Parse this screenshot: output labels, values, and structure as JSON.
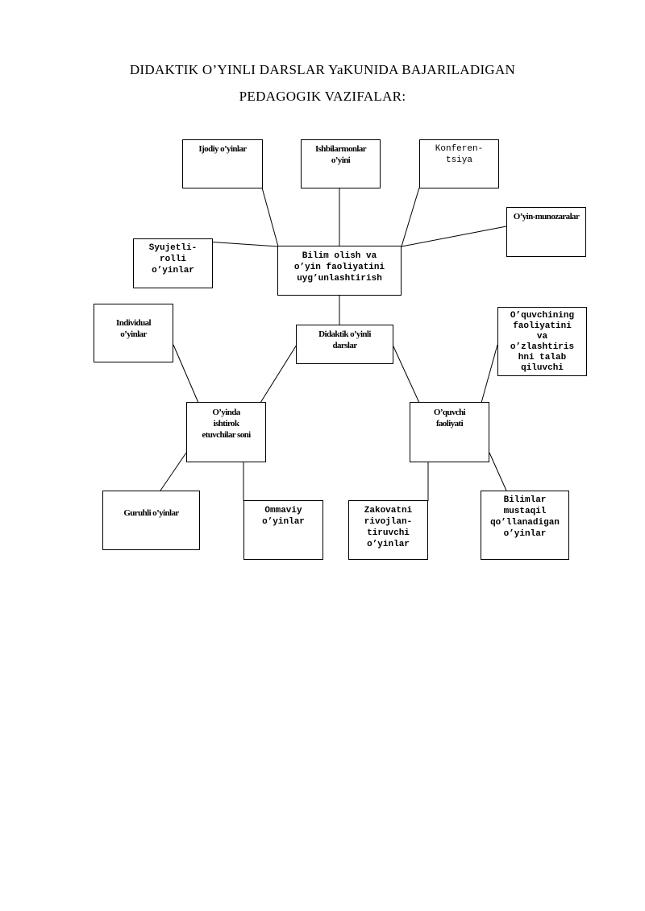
{
  "title": {
    "line1": "DIDAKTIK O’YINLI  DARSLAR  YaKUNIDA  BAJARILADIGAN",
    "line2": "PEDAGOGIK    VAZIFALAR:"
  },
  "nodes": {
    "ijodiy": "Ijodiy o’yinlar",
    "ishbilarmonlar": "Ishbilarmonlar\no’yini",
    "konferentsiya": "Konferen-\ntsiya",
    "oyin_munozara": "O’yin-munozaralar",
    "syujetli": "Syujetli-\nrolli\no’yinlar",
    "bilim_olish": "Bilim olish va\no’yin faoliyatini\nuyg’unlashtirish",
    "individual": "Individual\no’yinlar",
    "didaktik": "Didaktik o’yinli\ndarslar",
    "oquvchining_faoliyati": "O’quvchining\nfaoliyatini\nva\no’zlashtiris\nhni talab\nqiluvchi",
    "ishtirokchilar": "O’yinda\nishtirok\netuvchilar soni",
    "oquvchi_faoliyati": "O’quvchi\nfaoliyati",
    "guruhli": "Guruhli o’yinlar",
    "ommaviy": "Ommaviy\no’yinlar",
    "zakovatni": "Zakovatni\nrivojlan-\ntiruvchi\no’yinlar",
    "bilimlar": "Bilimlar\nmustaqil\nqo’llanadigan\no’yinlar"
  }
}
